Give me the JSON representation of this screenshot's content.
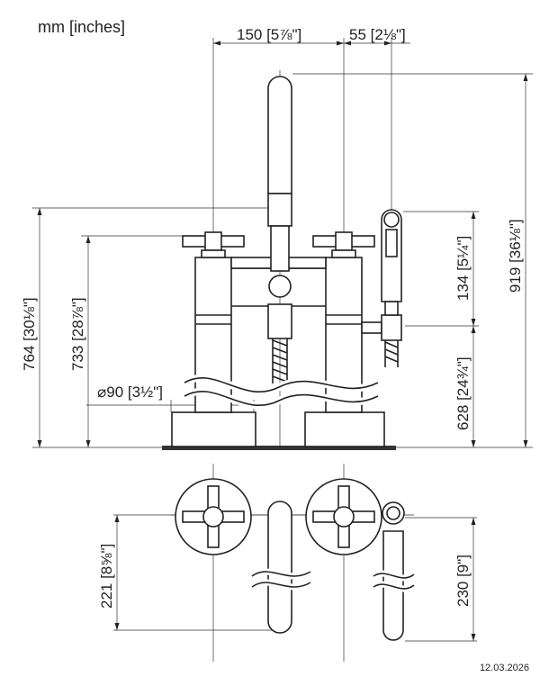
{
  "header": {
    "units_label": "mm [inches]"
  },
  "dimensions": {
    "top_width_1": "150 [5⅞\"]",
    "top_width_2": "55 [2⅛\"]",
    "height_764": "764 [30⅛\"]",
    "height_733": "733 [28⅞\"]",
    "diameter": "⌀90 [3½\"]",
    "height_134": "134 [5¼\"]",
    "height_919": "919 [36⅛\"]",
    "height_628": "628 [24¾\"]",
    "depth_221": "221 [8⅝\"]",
    "depth_230": "230 [9\"]"
  },
  "footer": {
    "date": "12.03.2026"
  }
}
